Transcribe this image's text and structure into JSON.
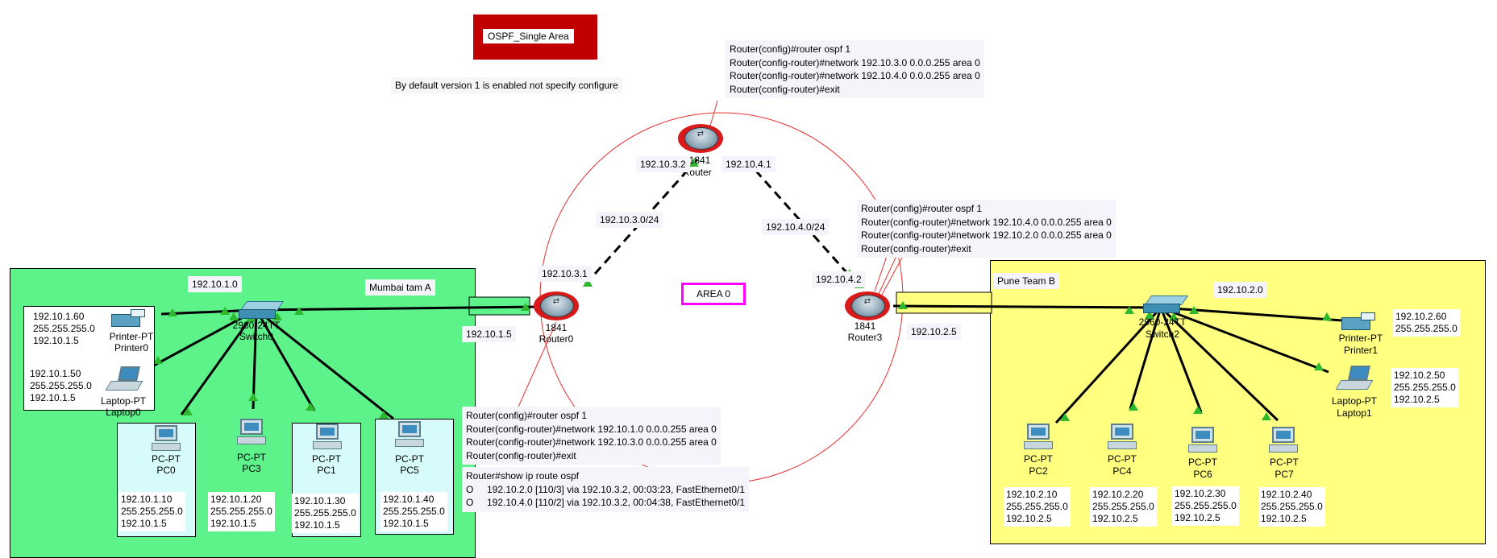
{
  "title": "OSPF_Single Area",
  "default_note": "By default version 1 is enabled not specify configure",
  "area_label": "AREA 0",
  "colors": {
    "title_bg": "#c00000",
    "area_border": "#ff00ff",
    "mumbai_bg": "#5ef28a",
    "pune_bg": "#ffff80",
    "router": "#d91a1a",
    "link_arrow": "#2db82d"
  },
  "router1": {
    "model": "1841",
    "name": "Router1",
    "ip_left": "192.10.3.2",
    "ip_right": "192.10.4.1",
    "config": [
      "Router(config)#router ospf 1",
      "Router(config-router)#network 192.10.3.0 0.0.0.255 area 0",
      "Router(config-router)#network 192.10.4.0 0.0.0.255 area 0",
      "Router(config-router)#exit"
    ]
  },
  "router0": {
    "model": "1841",
    "name": "Router0",
    "ip_top": "192.10.3.1",
    "ip_left": "192.10.1.5",
    "config": [
      "Router(config)#router ospf 1",
      "Router(config-router)#network 192.10.1.0 0.0.0.255 area 0",
      "Router(config-router)#network 192.10.3.0 0.0.0.255 area 0",
      "Router(config-router)#exit"
    ],
    "route_output": [
      "Router#show ip route ospf",
      "O     192.10.2.0 [110/3] via 192.10.3.2, 00:03:23, FastEthernet0/1",
      "O     192.10.4.0 [110/2] via 192.10.3.2, 00:04:38, FastEthernet0/1"
    ]
  },
  "router3": {
    "model": "1841",
    "name": "Router3",
    "ip_top": "192.10.4.2",
    "ip_right": "192.10.2.5",
    "config": [
      "Router(config)#router ospf 1",
      "Router(config-router)#network 192.10.4.0 0.0.0.255 area 0",
      "Router(config-router)#network 192.10.2.0 0.0.0.255 area 0",
      "Router(config-router)#exit"
    ]
  },
  "links": {
    "net_left": "192.10.3.0/24",
    "net_right": "192.10.4.0/24"
  },
  "mumbai": {
    "label": "Mumbai tam A",
    "network": "192.10.1.0",
    "switch": {
      "model": "2960-24TT",
      "name": "Switch0"
    },
    "printer": {
      "type": "Printer-PT",
      "name": "Printer0",
      "ip": [
        "192.10.1.60",
        "255.255.255.0",
        "192.10.1.5"
      ]
    },
    "laptop": {
      "type": "Laptop-PT",
      "name": "Laptop0",
      "ip": [
        "192.10.1.50",
        "255.255.255.0",
        "192.10.1.5"
      ]
    },
    "pcs": [
      {
        "type": "PC-PT",
        "name": "PC0",
        "ip": [
          "192.10.1.10",
          "255.255.255.0",
          "192.10.1.5"
        ]
      },
      {
        "type": "PC-PT",
        "name": "PC3",
        "ip": [
          "192.10.1.20",
          "255.255.255.0",
          "192.10.1.5"
        ]
      },
      {
        "type": "PC-PT",
        "name": "PC1",
        "ip": [
          "192.10.1.30",
          "255.255.255.0",
          "192.10.1.5"
        ]
      },
      {
        "type": "PC-PT",
        "name": "PC5",
        "ip": [
          "192.10.1.40",
          "255.255.255.0",
          "192.10.1.5"
        ]
      }
    ]
  },
  "pune": {
    "label": "Pune Team B",
    "network": "192.10.2.0",
    "switch": {
      "model": "2960-24TT",
      "name": "Switch2"
    },
    "printer": {
      "type": "Printer-PT",
      "name": "Printer1",
      "ip": [
        "192.10.2.60",
        "255.255.255.0"
      ]
    },
    "laptop": {
      "type": "Laptop-PT",
      "name": "Laptop1",
      "ip": [
        "192.10.2.50",
        "255.255.255.0",
        "192.10.2.5"
      ]
    },
    "pcs": [
      {
        "type": "PC-PT",
        "name": "PC2",
        "ip": [
          "192.10.2.10",
          "255.255.255.0",
          "192.10.2.5"
        ]
      },
      {
        "type": "PC-PT",
        "name": "PC4",
        "ip": [
          "192.10.2.20",
          "255.255.255.0",
          "192.10.2.5"
        ]
      },
      {
        "type": "PC-PT",
        "name": "PC6",
        "ip": [
          "192.10.2.30",
          "255.255.255.0",
          "192.10.2.5"
        ]
      },
      {
        "type": "PC-PT",
        "name": "PC7",
        "ip": [
          "192.10.2.40",
          "255.255.255.0",
          "192.10.2.5"
        ]
      }
    ]
  }
}
